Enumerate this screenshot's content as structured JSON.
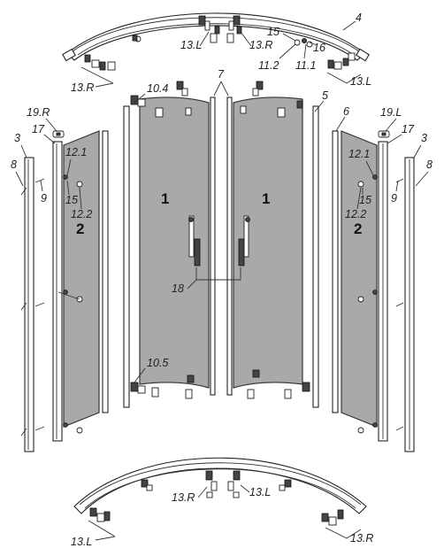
{
  "labels": {
    "top": {
      "l4": "4",
      "l13l_a": "13.L",
      "l13r_a": "13.R",
      "l15": "15",
      "l16": "16",
      "l11_2": "11.2",
      "l11_1": "11.1",
      "l13r_b": "13.R",
      "l13l_b": "13.L"
    },
    "upper": {
      "l10_4": "10.4",
      "l7": "7",
      "l5": "5",
      "l6": "6",
      "l19r": "19.R",
      "l19l": "19.L",
      "l17_left": "17",
      "l17_right": "17",
      "l3_left": "3",
      "l3_right": "3",
      "l8_left": "8",
      "l8_right": "8",
      "l9_left": "9",
      "l9_right": "9"
    },
    "middle": {
      "l12_1_left": "12.1",
      "l15_left": "15",
      "l12_2_left": "12.2",
      "l2_left": "2",
      "l1_left": "1",
      "l1_right": "1",
      "l12_1_right": "12.1",
      "l15_right": "15",
      "l12_2_right": "12.2",
      "l2_right": "2",
      "l18": "18"
    },
    "lower": {
      "l10_5": "10.5"
    },
    "bottom": {
      "l13r_c": "13.R",
      "l13l_c": "13.L",
      "l13l_d": "13.L",
      "l13r_d": "13.R"
    }
  }
}
